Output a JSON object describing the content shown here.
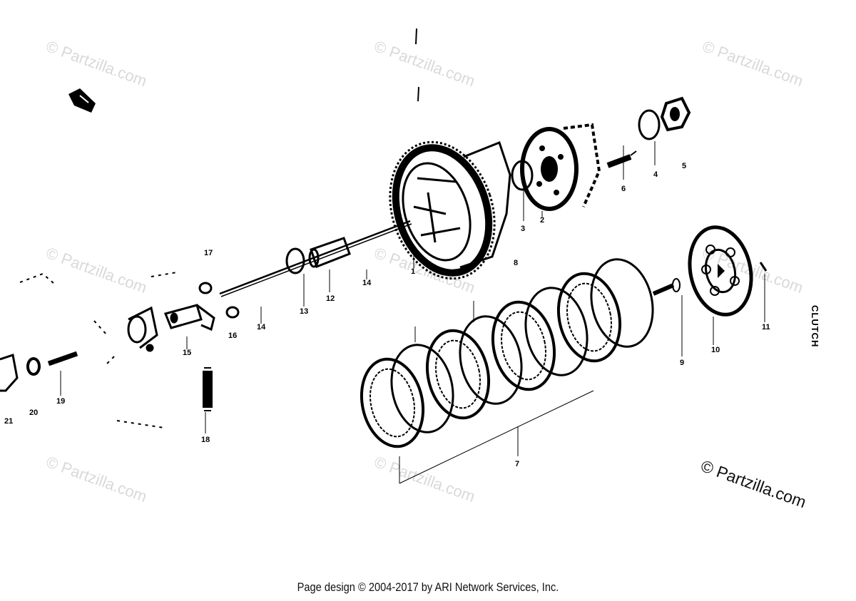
{
  "watermarks": [
    "© Partzilla.com",
    "© Partzilla.com",
    "© Partzilla.com",
    "© Partzilla.com",
    "© Partzilla.com",
    "© Partzilla.com",
    "© Partzilla.com",
    "© Partzilla.com"
  ],
  "watermark_main": "© Partzilla.com",
  "section_label": "CLUTCH",
  "footer": "Page design © 2004-2017 by ARI Network Services, Inc.",
  "callouts": {
    "c1": "1",
    "c2": "2",
    "c3": "3",
    "c4": "4",
    "c5": "5",
    "c6": "6",
    "c7": "7",
    "c8": "8",
    "c9": "9",
    "c10": "10",
    "c11": "11",
    "c12": "12",
    "c13": "13",
    "c14": "14",
    "c15": "15",
    "c16": "16",
    "c17": "17",
    "c18": "18",
    "c19": "19",
    "c20": "20",
    "c21": "21"
  },
  "colors": {
    "ink": "#000000",
    "watermark": "#d9d9d9",
    "background": "#ffffff"
  }
}
